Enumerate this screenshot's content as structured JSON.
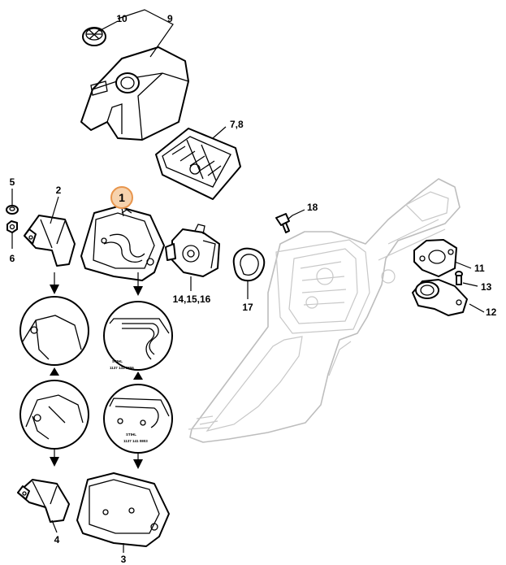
{
  "callouts": {
    "n10": "10",
    "n9": "9",
    "n78": "7,8",
    "n5": "5",
    "n2": "2",
    "n1": "1",
    "n18": "18",
    "n6": "6",
    "n11": "11",
    "n13": "13",
    "n12": "12",
    "n141516": "14,15,16",
    "n17": "17",
    "n4": "4",
    "n3": "3"
  },
  "highlighted_part": "1",
  "colors": {
    "highlight_fill": "#f6d2ad",
    "highlight_stroke": "#e8954c",
    "frame_stroke": "#bdbdbd"
  },
  "detail_markings": {
    "muffler_a": "1137 141 0806",
    "muffler_b": "1137 141 0803",
    "brand": "STIHL"
  }
}
